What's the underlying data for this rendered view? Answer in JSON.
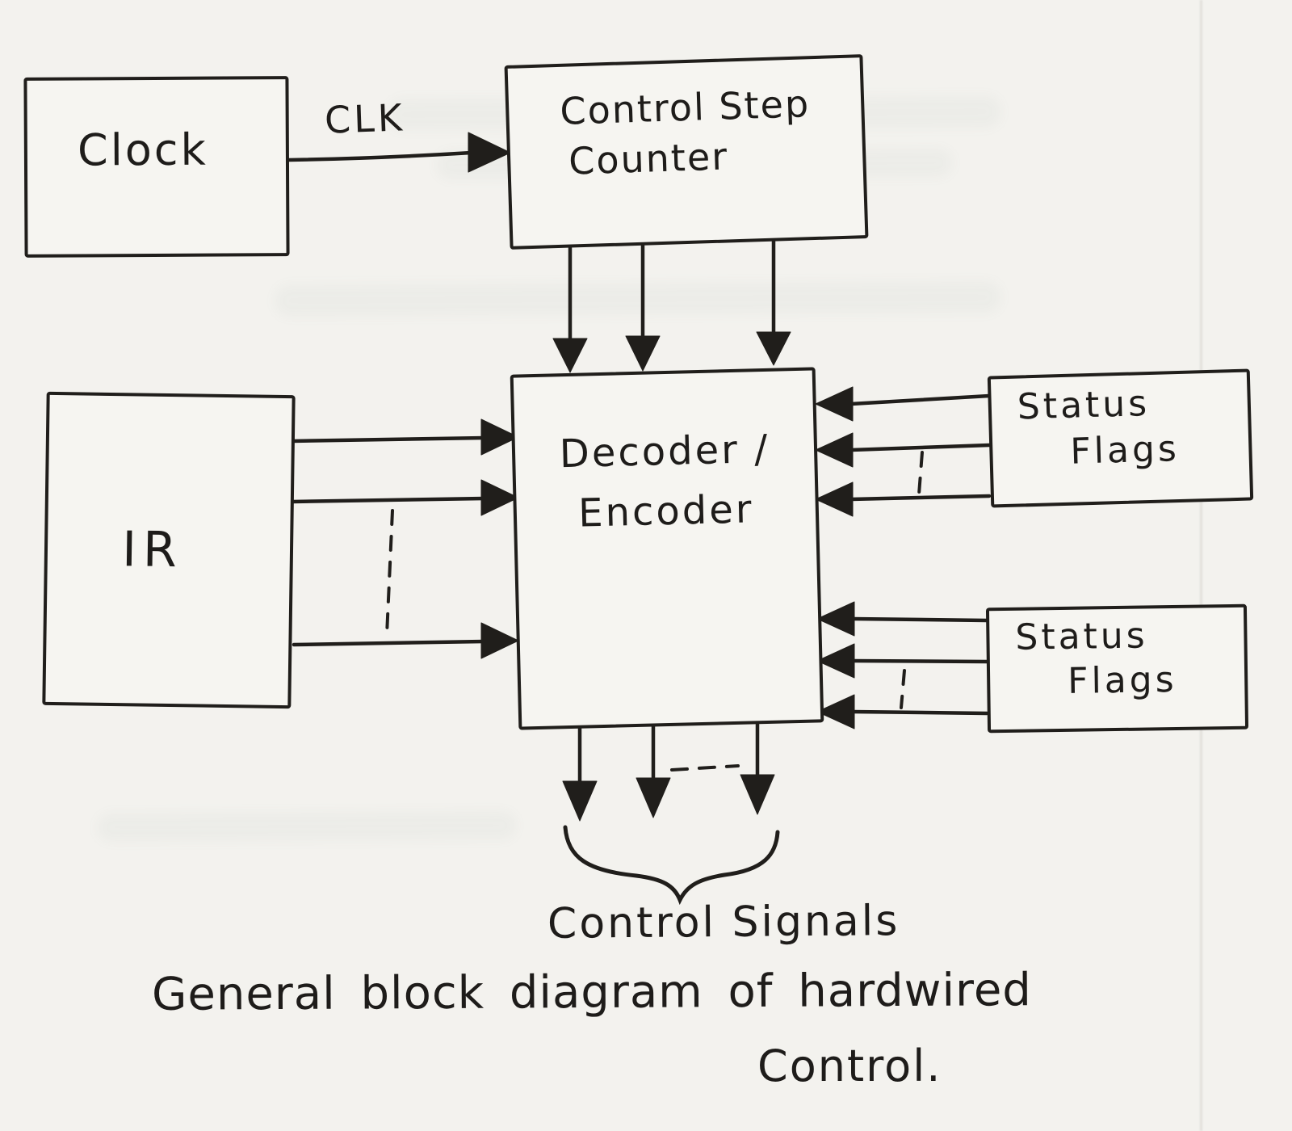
{
  "page": {
    "paper_color": "#f3f2ee",
    "ink_color": "#201e1b"
  },
  "nodes": {
    "clock": {
      "label": "Clock"
    },
    "control_step_counter": {
      "line1": "Control Step",
      "line2": "Counter"
    },
    "ir": {
      "label": "IR"
    },
    "decoder_encoder": {
      "line1": "Decoder /",
      "line2": "Encoder"
    },
    "status_flags_top": {
      "line1": "Status",
      "line2": "Flags"
    },
    "status_flags_bottom": {
      "line1": "Status",
      "line2": "Flags"
    }
  },
  "labels": {
    "clk": "CLK",
    "control_signals": "Control Signals"
  },
  "caption": {
    "line1": "General block diagram of hardwired",
    "line2": "Control."
  }
}
